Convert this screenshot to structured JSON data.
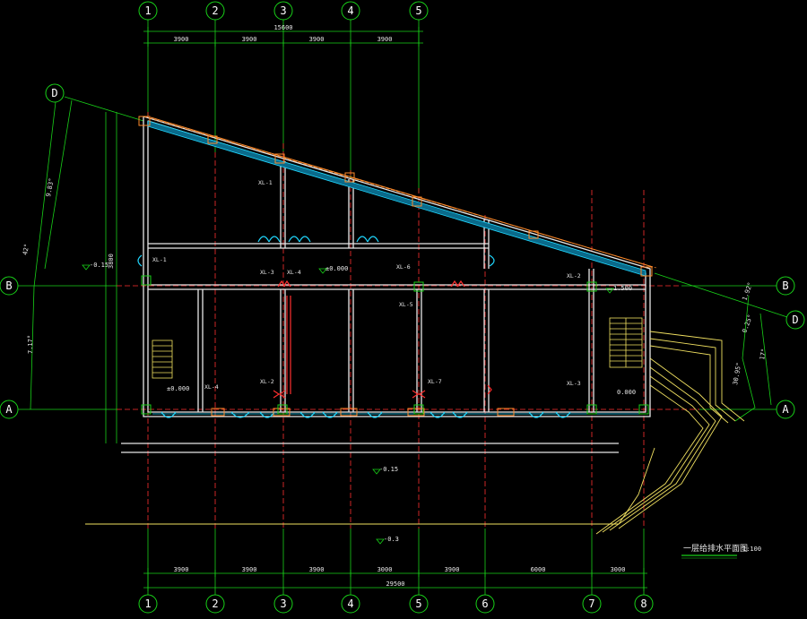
{
  "axes": {
    "numbers": [
      "1",
      "2",
      "3",
      "4",
      "5",
      "6",
      "7",
      "8"
    ],
    "letters": [
      "A",
      "B",
      "D"
    ]
  },
  "dims": {
    "top_bays": [
      "3900",
      "3900",
      "3900",
      "3900"
    ],
    "top_total": "15600",
    "bottom_bays": [
      "3900",
      "3900",
      "3900",
      "3000",
      "3900",
      "6000",
      "3000"
    ],
    "bottom_total": "29500",
    "left_span": "3800",
    "left_angle": "42°",
    "left_bottom_angle": "7.17°",
    "left_diag": "9.83°",
    "right_angle_1": "1.92°",
    "right_angle_2": "0.25°",
    "right_angle_3": "17°",
    "right_dim": "30.95°"
  },
  "columns": {
    "xl1": "XL-1",
    "xl1b": "XL-1",
    "xl2": "XL-2",
    "xl2b": "XL-2",
    "xl3": "XL-3",
    "xl4": "XL-4",
    "xl4b": "XL-4",
    "xl5": "XL-5",
    "xl6": "XL-6",
    "xl7": "XL-7",
    "xl3b": "XL-3"
  },
  "levels": {
    "l1": "-0.15",
    "l2": "±0.000",
    "l3": "1.500",
    "l4": "0.000",
    "l5": "-0.15",
    "l6": "-0.3",
    "l7": "±0.000"
  },
  "title": {
    "main": "一层给排水平面图",
    "scale": "1:100"
  },
  "colors": {
    "axis": "#18d018",
    "wall": "#e8e8e8",
    "red": "#ff3030",
    "cyan": "#20d8ff",
    "yellow": "#f0e060",
    "orange": "#ff8a2a"
  }
}
